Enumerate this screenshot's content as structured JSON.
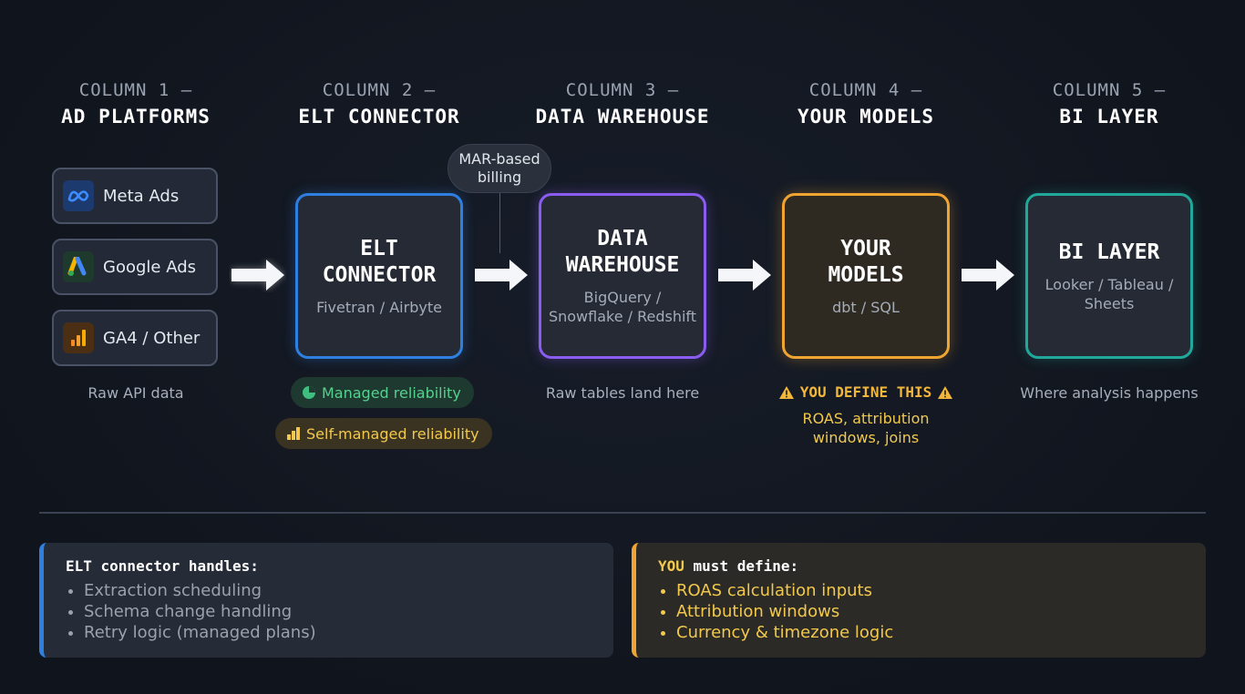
{
  "columns": [
    {
      "sub": "COLUMN 1 —",
      "title": "AD PLATFORMS"
    },
    {
      "sub": "COLUMN 2 —",
      "title": "ELT CONNECTOR"
    },
    {
      "sub": "COLUMN 3 —",
      "title": "DATA WAREHOUSE"
    },
    {
      "sub": "COLUMN 4 —",
      "title": "YOUR MODELS"
    },
    {
      "sub": "COLUMN 5 —",
      "title": "BI LAYER"
    }
  ],
  "sources": [
    {
      "label": "Meta Ads",
      "icon": "meta-icon"
    },
    {
      "label": "Google Ads",
      "icon": "google-ads-icon"
    },
    {
      "label": "GA4 / Other",
      "icon": "analytics-bar-icon"
    }
  ],
  "sources_caption": "Raw API data",
  "mar_note": "MAR-based\nbilling",
  "boxes": [
    {
      "title": "ELT\nCONNECTOR",
      "subtitle": "Fivetran / Airbyte",
      "color": "#2f7fe0"
    },
    {
      "title": "DATA\nWAREHOUSE",
      "subtitle": "BigQuery /\nSnowflake / Redshift",
      "color": "#8a5cf0"
    },
    {
      "title": "YOUR\nMODELS",
      "subtitle": "dbt / SQL",
      "color": "#f0a431"
    },
    {
      "title": "BI LAYER",
      "subtitle": "Looker / Tableau /\nSheets",
      "color": "#21a89a"
    }
  ],
  "pills": {
    "managed": "Managed reliability",
    "self_managed": "Self-managed reliability"
  },
  "captions": {
    "warehouse": "Raw tables land here",
    "models_warning": "YOU DEFINE THIS",
    "models_note": "ROAS, attribution\nwindows, joins",
    "bi": "Where analysis happens"
  },
  "panels": {
    "left": {
      "heading": "ELT connector handles:",
      "items": [
        "Extraction scheduling",
        "Schema change handling",
        "Retry logic (managed plans)"
      ]
    },
    "right": {
      "heading_emph": "YOU",
      "heading_rest": " must define:",
      "items": [
        "ROAS calculation inputs",
        "Attribution windows",
        "Currency & timezone logic"
      ]
    }
  },
  "colors": {
    "blue": "#2f7fe0",
    "purple": "#8a5cf0",
    "orange": "#f0a431",
    "teal": "#21a89a",
    "green": "#3fbf7f",
    "yellow": "#f2c94c"
  }
}
